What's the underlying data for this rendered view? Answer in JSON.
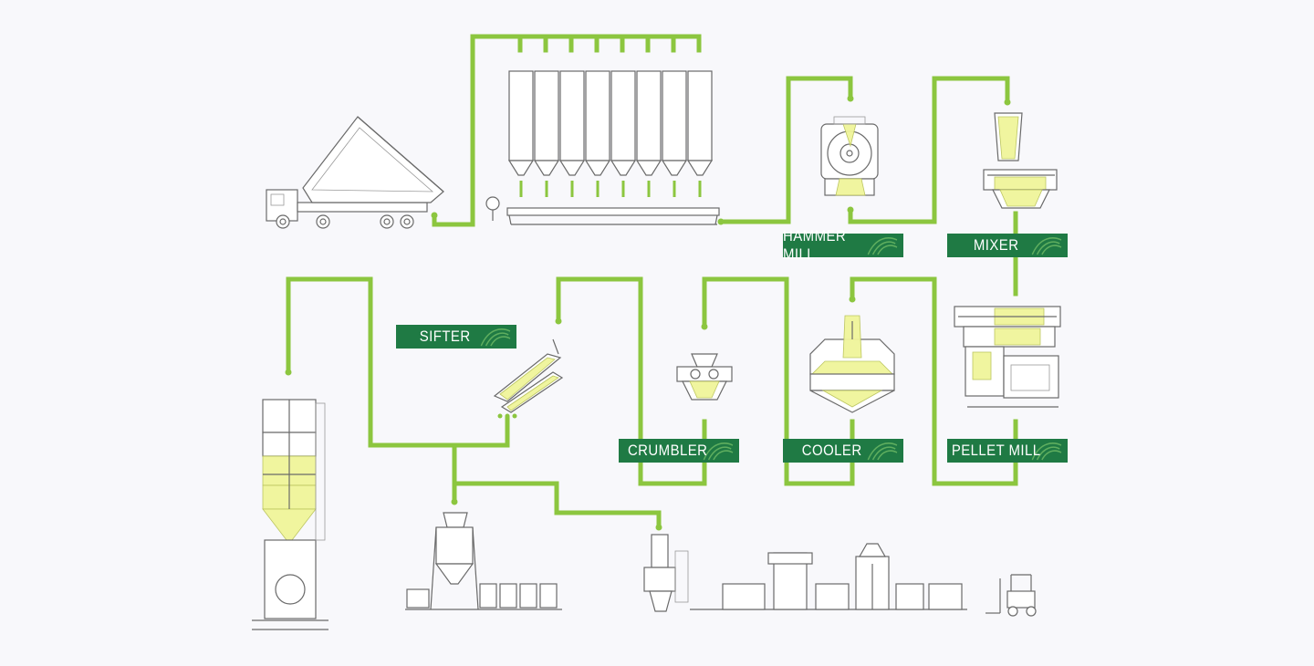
{
  "colors": {
    "pipe": "#8cc63f",
    "label_bg": "#1f7a44",
    "label_text": "#ffffff",
    "product": "#f0f59a",
    "outline": "#6a6a6a",
    "background": "#f8f8fb"
  },
  "labels": {
    "hammer_mill": "HAMMER MILL",
    "mixer": "MIXER",
    "sifter": "SIFTER",
    "crumbler": "CRUMBLER",
    "cooler": "COOLER",
    "pellet_mill": "PELLET MILL"
  },
  "icons": {
    "label_mark": "leaf-logo-icon"
  }
}
